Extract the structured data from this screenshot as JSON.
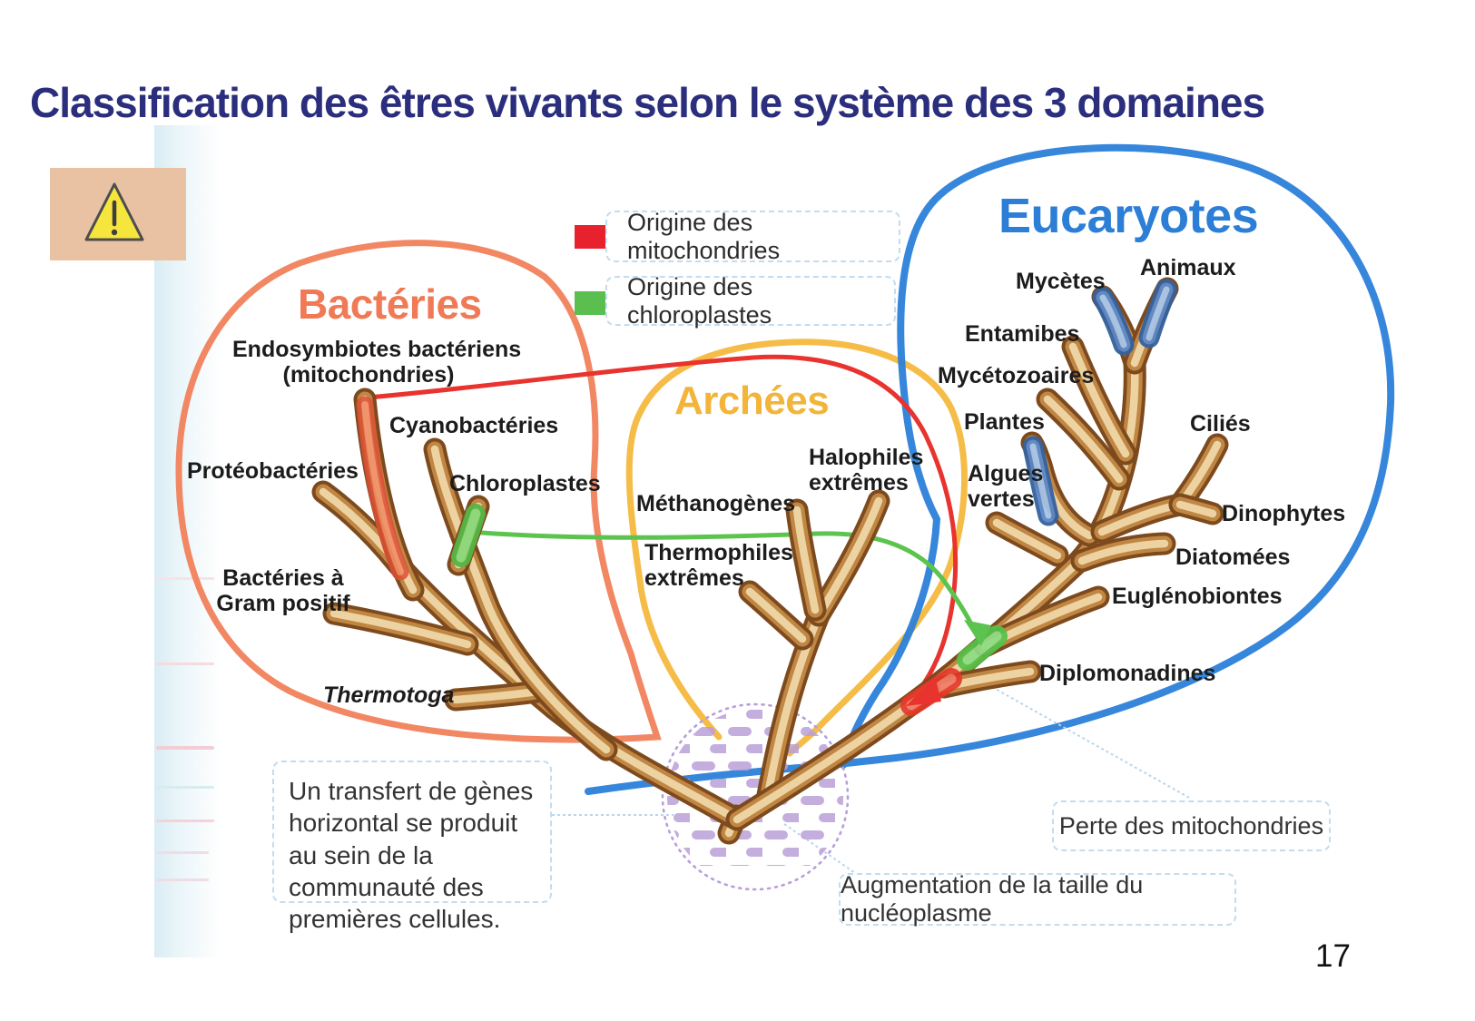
{
  "slide": {
    "title": "Classification des êtres vivants selon le système des 3 domaines",
    "page_number": "17"
  },
  "icons": {
    "warning": "warning-triangle"
  },
  "palette": {
    "title_navy": "#2b2e7d",
    "bacteria_orange": "#ef7a55",
    "archaea_yellow": "#f2b53a",
    "eukaryota_blue": "#2c7ed6",
    "mitochondria_red": "#e8332e",
    "chloroplast_green": "#5cc44e",
    "branch_brown": "#c08744",
    "nucleoplasm_purple": "#b79fd9"
  },
  "legend": {
    "items": [
      {
        "label": "Origine des mitochondries",
        "color": "#e8212e"
      },
      {
        "label": "Origine des chloroplastes",
        "color": "#5abf4e"
      }
    ]
  },
  "domains": {
    "bacteria": {
      "label": "Bactéries"
    },
    "archaea": {
      "label": "Archées"
    },
    "eukaryota": {
      "label": "Eucaryotes"
    }
  },
  "taxa": {
    "endosymbiotes": {
      "line1": "Endosymbiotes bactériens",
      "line2": "(mitochondries)"
    },
    "cyanobacteries": "Cyanobactéries",
    "proteobacteries": "Protéobactéries",
    "chloroplastes": "Chloroplastes",
    "gram_positif": {
      "line1": "Bactéries à",
      "line2": "Gram positif"
    },
    "thermotoga": "Thermotoga",
    "halophiles": {
      "line1": "Halophiles",
      "line2": "extrêmes"
    },
    "methanogenes": "Méthanogènes",
    "thermophiles": {
      "line1": "Thermophiles",
      "line2": "extrêmes"
    },
    "mycetes": "Mycètes",
    "animaux": "Animaux",
    "entamibes": "Entamibes",
    "mycetozoaires": "Mycétozoaires",
    "plantes": "Plantes",
    "algues_vertes": {
      "line1": "Algues",
      "line2": "vertes"
    },
    "cilies": "Ciliés",
    "dinophytes": "Dinophytes",
    "diatomees": "Diatomées",
    "euglenobiontes": "Euglénobiontes",
    "diplomonadines": "Diplomonadines"
  },
  "callouts": {
    "transfer": "Un transfert de gènes horizontal se produit au sein de la communauté des premières cellules.",
    "perte": "Perte des mitochondries",
    "augmentation": "Augmentation de la taille du nucléoplasme"
  }
}
